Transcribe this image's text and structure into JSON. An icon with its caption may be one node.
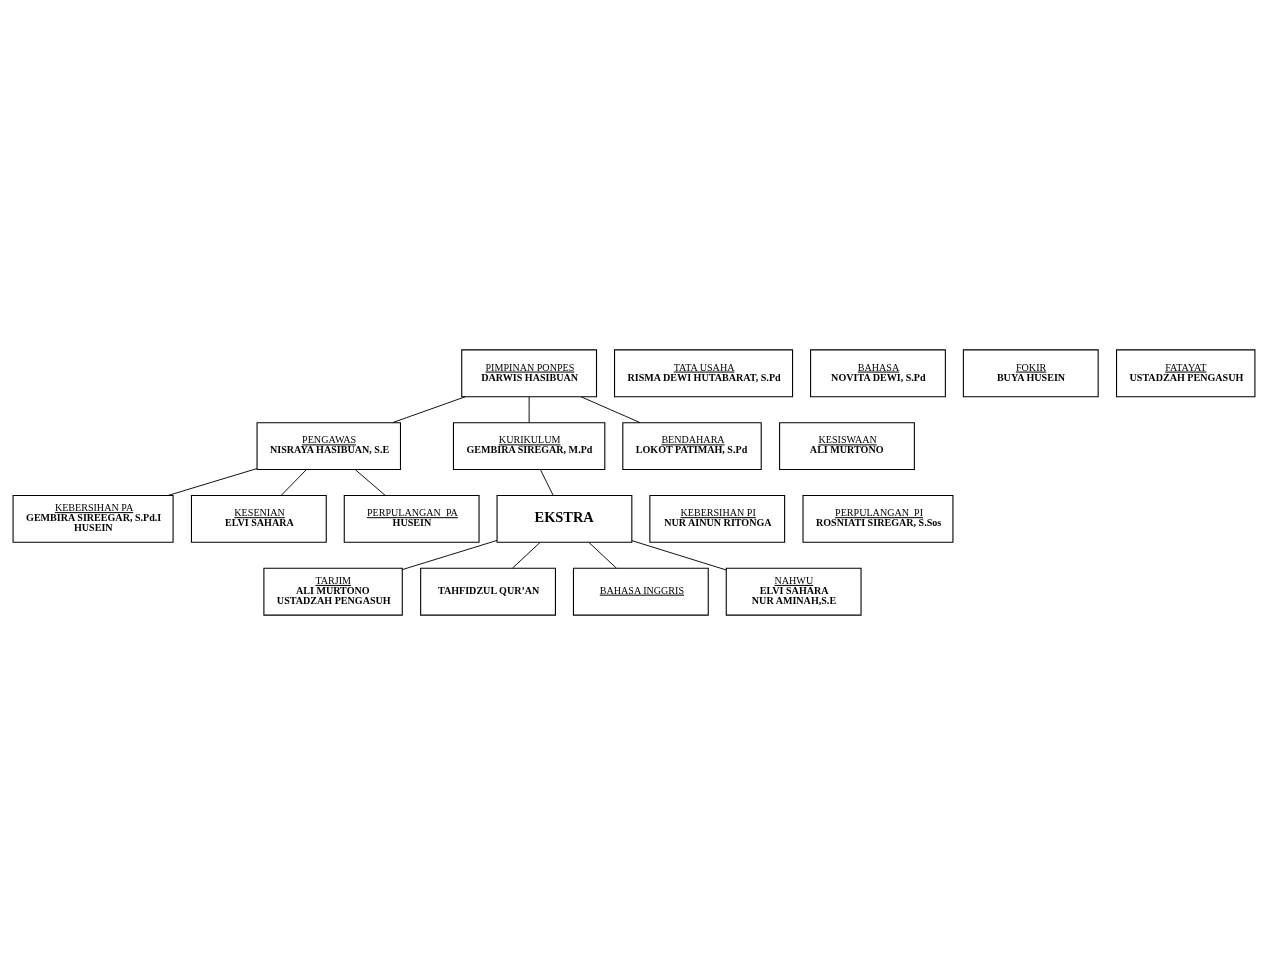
{
  "diagram": {
    "nodes": [
      {
        "text": [
          "PIMPINAN PONPES",
          "DARWIS HASIBUAN"
        ]
      },
      {
        "text": [
          "TATA USAHA",
          "RISMA DEWI HUTABARAT, S.Pd"
        ]
      },
      {
        "text": [
          "PENGAWAS",
          "NISRAYA HASIBUAN, S.E"
        ]
      },
      {
        "text": [
          "KURIKULUM",
          "GEMBIRA SIREGAR, M.Pd"
        ]
      },
      {
        "text": [
          "KESISWAAN",
          "ALI MURTONO"
        ]
      },
      {
        "text": [
          "BENDAHARA",
          "LOKOT PATIMAH, S.Pd"
        ]
      },
      {
        "text": [
          "KEBERSIHAN PA",
          "GEMBIRA SIREEGAR, S.Pd.I",
          "HUSEIN"
        ]
      },
      {
        "text": [
          "KESENIAN",
          "ELVI SAHARA"
        ]
      },
      {
        "text": [
          "PERPULANGAN  PA",
          "HUSEIN"
        ]
      },
      {
        "text": [
          "KEBERSIHAN PI",
          "NUR AINUN RITONGA"
        ]
      },
      {
        "text": [
          "EKSTRA"
        ]
      },
      {
        "text": [
          "PERPULANGAN  PI",
          "ROSNIATI SIREGAR, S.Sos"
        ]
      },
      {
        "text": [
          "BAHASA",
          "NOVITA DEWI, S.Pd"
        ]
      },
      {
        "text": [
          "TARJIM",
          "ALI MURTONO",
          "USTADZAH PENGASUH"
        ]
      },
      {
        "text": [
          "TAHFIDZUL QUR’AN"
        ]
      },
      {
        "text": [
          "BAHASA INGGRIS"
        ]
      },
      {
        "text": [
          "NAHWU",
          "ELVI SAHARA",
          "NUR AMINAH,S.E"
        ]
      },
      {
        "text": [
          "FOKIR",
          "BUYA HUSEIN"
        ]
      },
      {
        "text": [
          "FATAYAT",
          "USTADZAH PENGASUH"
        ]
      }
    ],
    "edges": [
      {
        "from": 0,
        "to": 2,
        "arrow": "none"
      },
      {
        "from": 0,
        "to": 3,
        "arrow": "none"
      },
      {
        "from": 0,
        "to": 5,
        "arrow": "none"
      },
      {
        "from": 2,
        "to": 6,
        "arrow": "none"
      },
      {
        "from": 2,
        "to": 7,
        "arrow": "none"
      },
      {
        "from": 2,
        "to": 8,
        "arrow": "none"
      },
      {
        "from": 3,
        "to": 10,
        "arrow": "none"
      },
      {
        "from": 10,
        "to": 15,
        "arrow": "none"
      },
      {
        "from": 10,
        "to": 16,
        "arrow": "none"
      },
      {
        "from": 10,
        "to": 14,
        "arrow": "none"
      },
      {
        "from": 10,
        "to": 13,
        "arrow": "none"
      }
    ]
  }
}
